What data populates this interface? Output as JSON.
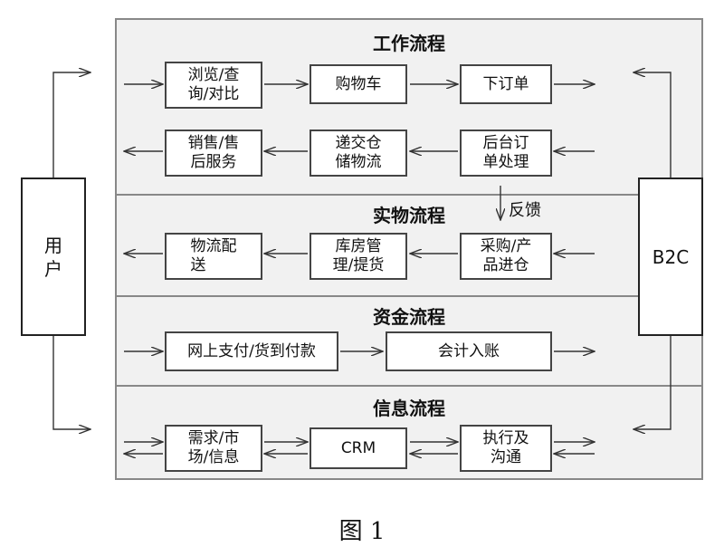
{
  "sections": {
    "work": "工作流程",
    "physical": "实物流程",
    "fund": "资金流程",
    "info": "信息流程"
  },
  "boxes": {
    "browse": [
      "浏览/查",
      "询/对比"
    ],
    "cart": "购物车",
    "order": "下订单",
    "sales": [
      "销售/售",
      "后服务"
    ],
    "warehouse": [
      "递交仓",
      "储物流"
    ],
    "backend": [
      "后台订",
      "单处理"
    ],
    "delivery": [
      "物流配",
      "送"
    ],
    "inventory": [
      "库房管",
      "理/提货"
    ],
    "purchase": [
      "采购/产",
      "品进仓"
    ],
    "payment": "网上支付/货到付款",
    "accounting": "会计入账",
    "demand": [
      "需求/市",
      "场/信息"
    ],
    "crm": "CRM",
    "execute": [
      "执行及",
      "沟通"
    ]
  },
  "feedback": "反馈",
  "user": [
    "用",
    "户"
  ],
  "b2c": "B2C",
  "caption": "图 1"
}
